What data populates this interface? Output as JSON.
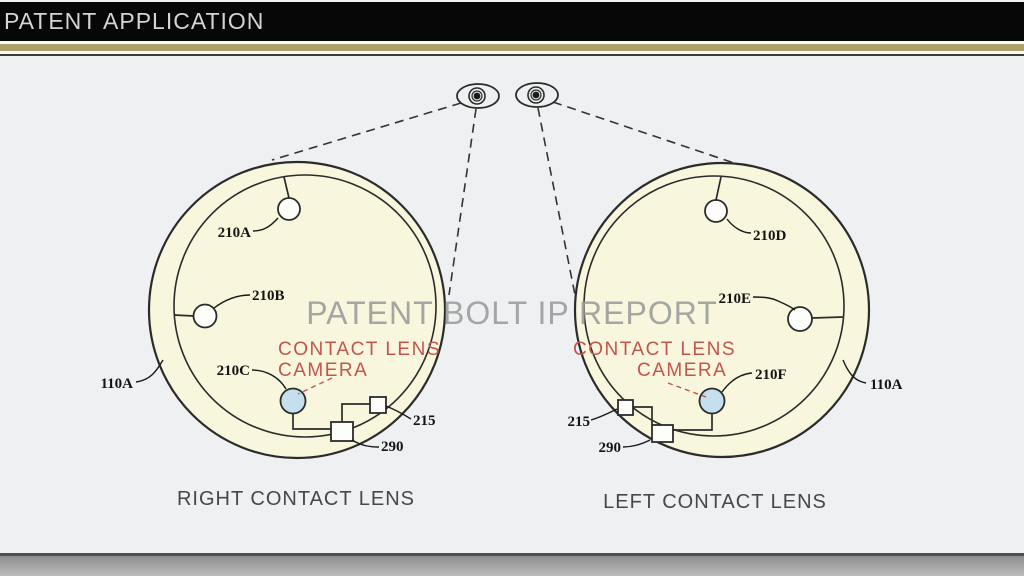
{
  "header": {
    "title": "PATENT APPLICATION"
  },
  "watermark": "PATENT BOLT IP REPORT",
  "figures": {
    "right": {
      "caption": "RIGHT CONTACT LENS",
      "callout_line1": "CONTACT LENS",
      "callout_line2": "CAMERA",
      "ref_lens": "110A",
      "ref_sensor_top": "210A",
      "ref_sensor_side": "210B",
      "ref_camera": "210C",
      "ref_chip_a": "215",
      "ref_chip_b": "290"
    },
    "left": {
      "caption": "LEFT CONTACT LENS",
      "callout_line1": "CONTACT LENS",
      "callout_line2": "CAMERA",
      "ref_lens": "110A",
      "ref_sensor_top": "210D",
      "ref_sensor_side": "210E",
      "ref_camera": "210F",
      "ref_chip_a": "215",
      "ref_chip_b": "290"
    }
  },
  "colors": {
    "lens_fill": "#f8f6dc",
    "camera_fill": "#c5dfef",
    "callout_red": "#c4554e",
    "header_stripe_gold": "#ada169",
    "watermark_gray": "#9d9d9d"
  }
}
